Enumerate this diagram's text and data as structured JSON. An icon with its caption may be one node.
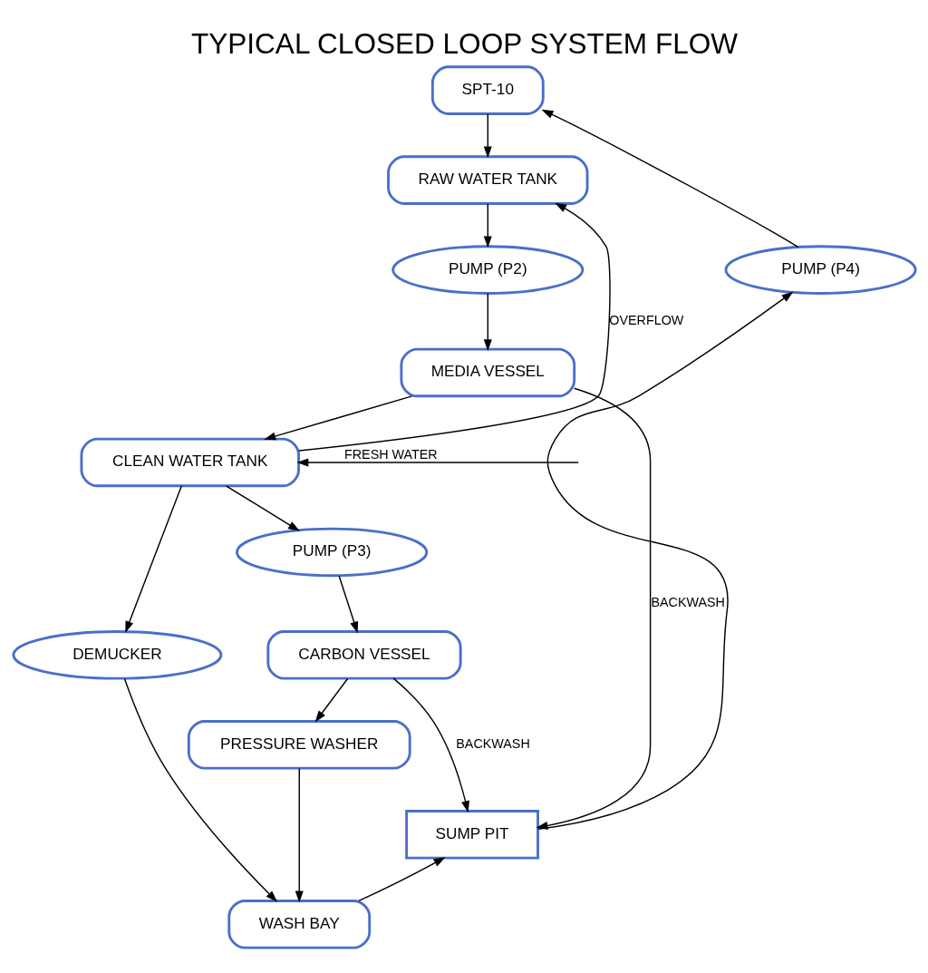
{
  "diagram": {
    "title": "TYPICAL CLOSED LOOP SYSTEM FLOW",
    "nodes": [
      {
        "text": [
          "SPT-10"
        ]
      },
      {
        "text": [
          "RAW WATER TANK"
        ]
      },
      {
        "text": [
          "PUMP (P4)"
        ]
      },
      {
        "text": [
          "PUMP (P2)"
        ]
      },
      {
        "text": [
          "MEDIA VESSEL"
        ]
      },
      {
        "text": [
          "CLEAN WATER TANK"
        ]
      },
      {
        "text": [
          "PUMP (P3)"
        ]
      },
      {
        "text": [
          "CARBON VESSEL"
        ]
      },
      {
        "text": [
          "DEMUCKER"
        ]
      },
      {
        "text": [
          "PRESSURE WASHER"
        ]
      },
      {
        "text": [
          "SUMP PIT"
        ]
      },
      {
        "text": [
          "WASH BAY"
        ]
      }
    ],
    "edges": [
      {
        "from": 2,
        "to": 0,
        "arrow": "to"
      },
      {
        "from": 0,
        "to": 1,
        "arrow": "to"
      },
      {
        "from": 1,
        "to": 3,
        "arrow": "to"
      },
      {
        "from": 3,
        "to": 4,
        "arrow": "to"
      },
      {
        "from": 4,
        "to": 5,
        "arrow": "to"
      },
      {
        "from": 5,
        "to": 1,
        "arrow": "to",
        "label": "OVERFLOW"
      },
      {
        "from": null,
        "to": 5,
        "arrow": "to",
        "label": "FRESH WATER"
      },
      {
        "from": 5,
        "to": 6,
        "arrow": "to"
      },
      {
        "from": 6,
        "to": 7,
        "arrow": "to"
      },
      {
        "from": 7,
        "to": 9,
        "arrow": "to"
      },
      {
        "from": 5,
        "to": 8,
        "arrow": "to"
      },
      {
        "from": 4,
        "to": 10,
        "arrow": "to",
        "label": "BACKWASH"
      },
      {
        "from": 7,
        "to": 10,
        "arrow": "to",
        "label": "BACKWASH"
      },
      {
        "from": 10,
        "to": 2,
        "arrow": "to"
      },
      {
        "from": 9,
        "to": 11,
        "arrow": "to"
      },
      {
        "from": 8,
        "to": 11,
        "arrow": "to"
      },
      {
        "from": 11,
        "to": 10,
        "arrow": "to"
      }
    ]
  }
}
